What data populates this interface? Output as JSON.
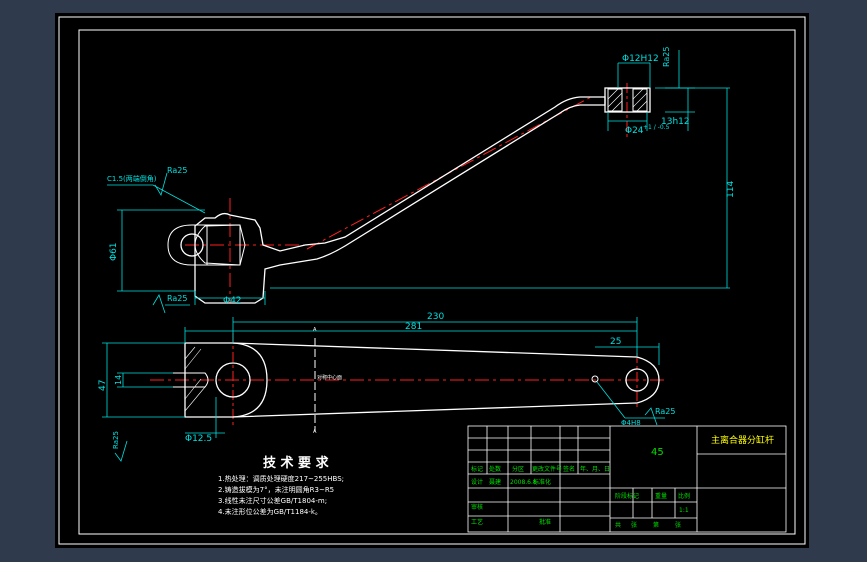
{
  "drawing": {
    "top_view": {
      "dim_holes": "Φ12H12",
      "dim_length_v": "114",
      "dim_depth": "13h12",
      "dim_width": "Φ24",
      "dim_tol": "+1 / -0.5",
      "rough_top": "Ra25",
      "chamfer_note": "C1.5(两端倒角)",
      "rough_left": "Ra25",
      "dim_height_v": "Φ61",
      "rough_bottom": "Ra25",
      "dim_bottom": "Φ42"
    },
    "front_view": {
      "dim_230": "230",
      "dim_281": "281",
      "dim_25": "25",
      "section_mark_top": "A",
      "section_mark_bottom": "A",
      "dim_left_v1": "47",
      "dim_left_v2": "14",
      "rough_left": "Ra25",
      "dim_hole": "Φ12.5",
      "center_label": "对称中心面",
      "dim_hole_right": "Φ4H8",
      "rough_right": "Ra25"
    },
    "requirements": {
      "title": "技 术 要 求",
      "items": [
        "1.热处理：调质处理硬度217~255HBS;",
        "2.铸造拔模为7°，未注明圆角R3~R5",
        "3.线性未注尺寸公差GB/T1804-m;",
        "4.未注形位公差为GB/T1184-k。"
      ]
    },
    "title_block": {
      "material": "45",
      "part_name": "主离合器分缸杆",
      "row_labels": [
        "标记",
        "处数",
        "分区",
        "更改文件号",
        "签名",
        "年、月、日"
      ],
      "design_label": "设计",
      "designer": "聂建",
      "date": "2008.6.8",
      "std_label": "标准化",
      "stage_label": "阶段标记",
      "weight_label": "重量",
      "scale_label": "比例",
      "scale": "1:1",
      "review_label": "审核",
      "process_label": "工艺",
      "approve_label": "批准",
      "sheets_total": "共",
      "sheet_label": "张",
      "sheet_no": "第",
      "sheet_label2": "张"
    }
  }
}
